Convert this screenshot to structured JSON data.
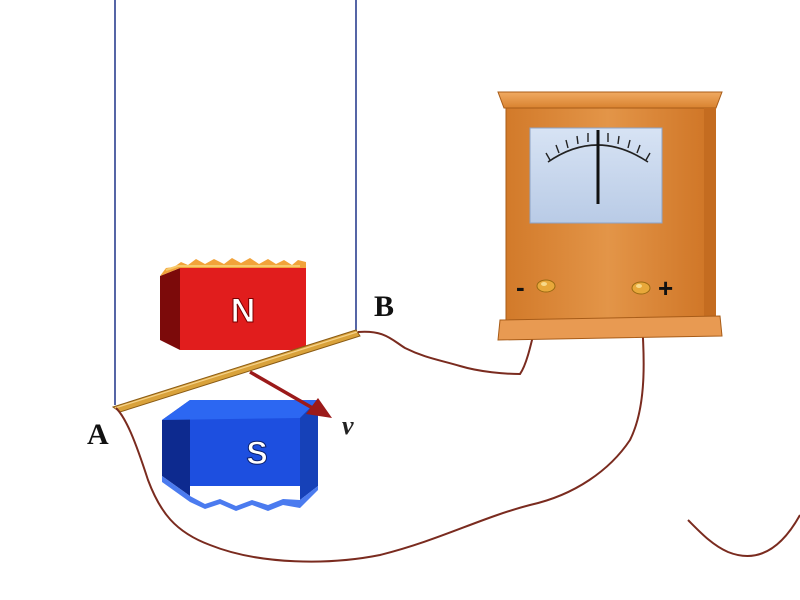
{
  "labels": {
    "point_a": "A",
    "point_b": "B",
    "velocity": "v",
    "north_pole": "N",
    "south_pole": "S",
    "terminal_negative": "-",
    "terminal_positive": "+"
  },
  "colors": {
    "rail": "#2b3f8f",
    "rod": "#d9a23b",
    "wire": "#7a2b1f",
    "magnet_north": "#e11d1d",
    "magnet_south": "#1d4fe0",
    "meter_case": "#e08a3a",
    "meter_face": "#c6d6ee",
    "velocity_arrow": "#9b1a1a"
  },
  "icons": {
    "galvanometer": "galvanometer-icon",
    "magnet_north": "magnet-north-icon",
    "magnet_south": "magnet-south-icon"
  }
}
